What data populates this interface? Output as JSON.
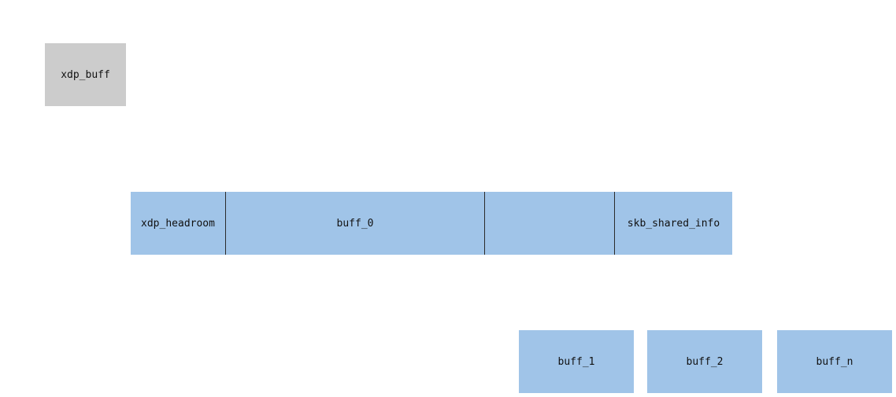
{
  "xdp_buff": {
    "label": "xdp_buff",
    "color": "#cccccc"
  },
  "linear_buffer": {
    "color": "#a0c4e8",
    "segments": [
      {
        "label": "xdp_headroom"
      },
      {
        "label": "buff_0"
      },
      {
        "label": ""
      },
      {
        "label": "skb_shared_info"
      }
    ]
  },
  "fragments": [
    {
      "label": "buff_1"
    },
    {
      "label": "buff_2"
    },
    {
      "label": "buff_n"
    }
  ]
}
